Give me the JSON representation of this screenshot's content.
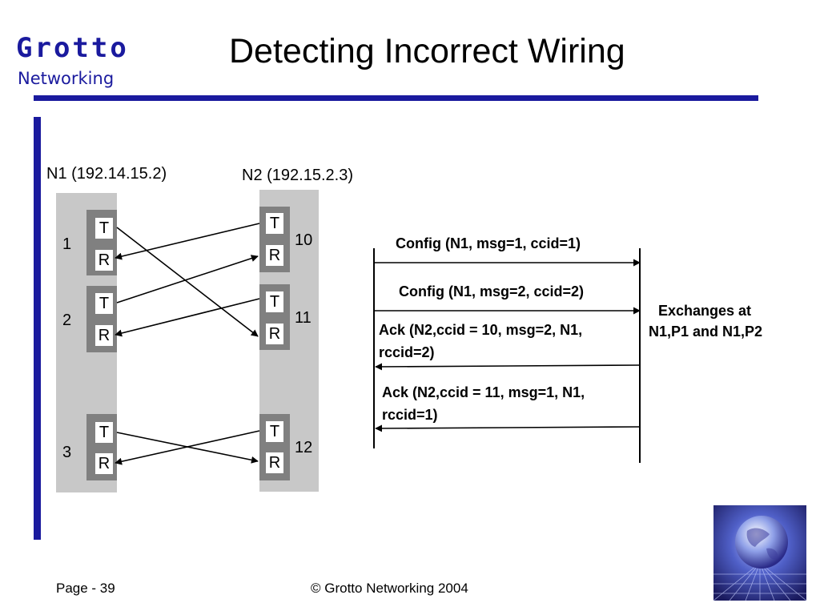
{
  "logo": {
    "line1": "Grotto",
    "line2": "Networking"
  },
  "title": "Detecting Incorrect Wiring",
  "nodes": {
    "n1_label": "N1 (192.14.15.2)",
    "n2_label": "N2 (192.15.2.3)",
    "n1_ports": [
      "1",
      "2",
      "3"
    ],
    "n2_ports": [
      "10",
      "11",
      "12"
    ],
    "tx": "T",
    "rx": "R"
  },
  "messages": {
    "config1": "Config (N1, msg=1, ccid=1)",
    "config2": "Config (N1, msg=2, ccid=2)",
    "ack1_line1": "Ack (N2,ccid = 10, msg=2, N1,",
    "ack1_line2": "rccid=2)",
    "ack2_line1": "Ack (N2,ccid = 11, msg=1, N1,",
    "ack2_line2": "rccid=1)"
  },
  "exchange_note": {
    "line1": "Exchanges at",
    "line2": "N1,P1 and N1,P2"
  },
  "footer": {
    "page": "Page - 39",
    "copyright": "© Grotto Networking 2004"
  },
  "colors": {
    "brand_blue": "#1a1a9e",
    "panel_gray": "#c8c8c8",
    "port_gray": "#808080"
  }
}
